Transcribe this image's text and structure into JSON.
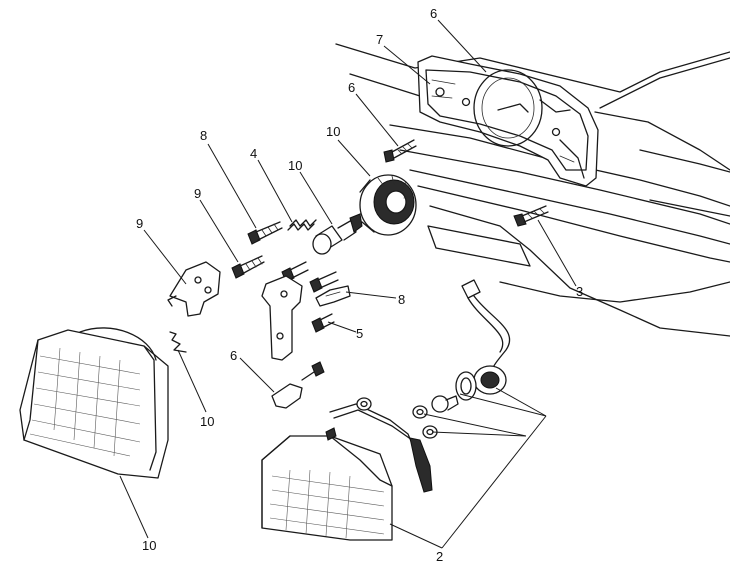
{
  "diagram": {
    "callouts": {
      "c6_top": "6",
      "c7": "7",
      "c6_screw": "6",
      "c10_bulb_top": "10",
      "c10_socket": "10",
      "c8_top": "8",
      "c4": "4",
      "c9_upper": "9",
      "c9_left": "9",
      "c8_right": "8",
      "c5": "5",
      "c3": "3",
      "c6_lower": "6",
      "c10_spring": "10",
      "c10_headlamp": "10",
      "c2": "2"
    }
  }
}
